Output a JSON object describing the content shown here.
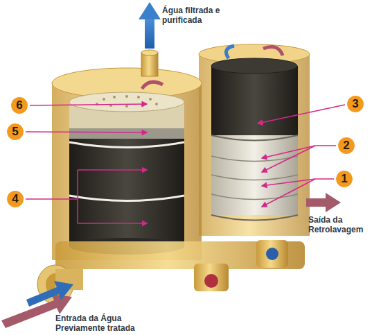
{
  "diagram": {
    "nodes": [
      {
        "text": [
          "6"
        ]
      },
      {
        "text": [
          "3"
        ]
      },
      {
        "text": [
          "5"
        ]
      },
      {
        "text": [
          "2"
        ]
      },
      {
        "text": [
          "1"
        ]
      },
      {
        "text": [
          "4"
        ]
      }
    ],
    "labels": [
      "Água filtrada e purificada",
      "Saída da Retrolavagem",
      "Entrada da Água Previamente tratada"
    ]
  }
}
